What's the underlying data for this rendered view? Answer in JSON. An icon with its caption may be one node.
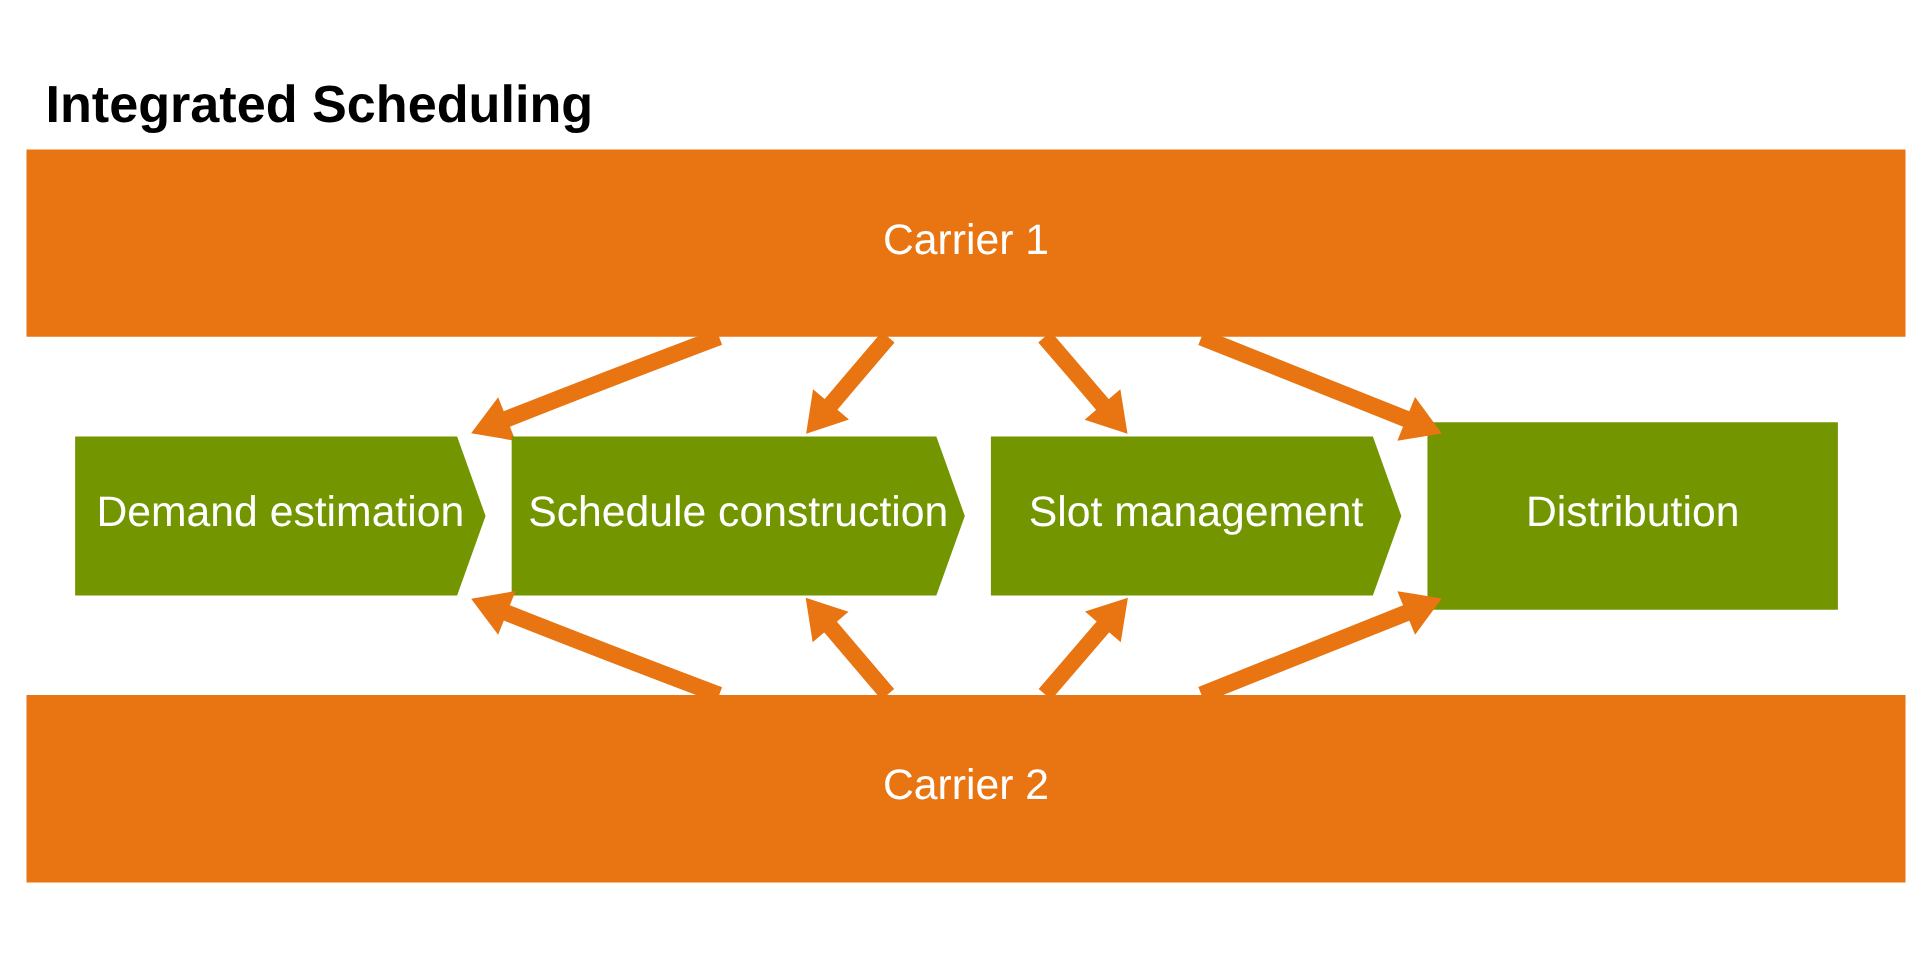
{
  "diagram": {
    "title": "Integrated Scheduling",
    "nodes": [
      {
        "text": [
          "Carrier 1"
        ]
      },
      {
        "text": [
          "Demand estimation"
        ]
      },
      {
        "text": [
          "Schedule construction"
        ]
      },
      {
        "text": [
          "Slot management"
        ]
      },
      {
        "text": [
          "Distribution"
        ]
      },
      {
        "text": [
          "Carrier 2"
        ]
      }
    ],
    "edges": [
      {
        "from": 0,
        "to": 1,
        "arrow": "to"
      },
      {
        "from": 0,
        "to": 2,
        "arrow": "to"
      },
      {
        "from": 0,
        "to": 3,
        "arrow": "to"
      },
      {
        "from": 0,
        "to": 4,
        "arrow": "to"
      },
      {
        "from": 5,
        "to": 1,
        "arrow": "to"
      },
      {
        "from": 5,
        "to": 2,
        "arrow": "to"
      },
      {
        "from": 5,
        "to": 3,
        "arrow": "to"
      },
      {
        "from": 5,
        "to": 4,
        "arrow": "to"
      }
    ]
  }
}
